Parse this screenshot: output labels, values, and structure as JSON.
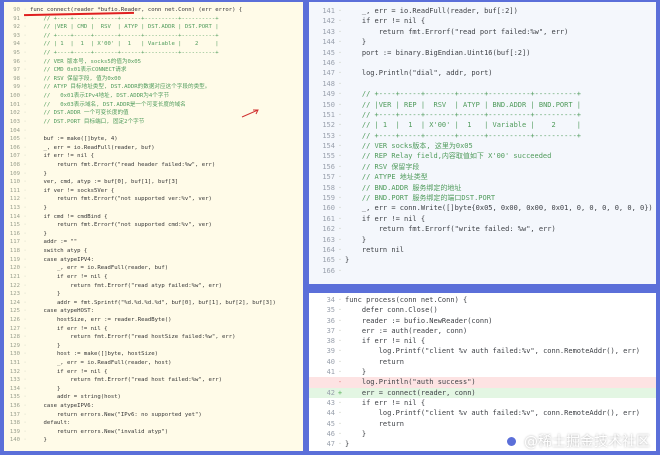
{
  "panel_left": {
    "lines": [
      {
        "n": "90",
        "t": "func connect(reader *bufio.Reader, conn net.Conn) (err error) {"
      },
      {
        "n": "91",
        "t": "    // +----+-----+-------+------+----------+----------+",
        "c": 1
      },
      {
        "n": "92",
        "t": "    // |VER | CMD |  RSV  | ATYP | DST.ADDR | DST.PORT |",
        "c": 1
      },
      {
        "n": "93",
        "t": "    // +----+-----+-------+------+----------+----------+",
        "c": 1
      },
      {
        "n": "94",
        "t": "    // | 1  |  1  | X'00' |  1   | Variable |    2     |",
        "c": 1
      },
      {
        "n": "95",
        "t": "    // +----+-----+-------+------+----------+----------+",
        "c": 1
      },
      {
        "n": "96",
        "t": "    // VER 版本号, socks5的值为0x05",
        "c": 1
      },
      {
        "n": "97",
        "t": "    // CMD 0x01表示CONNECT请求",
        "c": 1
      },
      {
        "n": "98",
        "t": "    // RSV 保留字段, 值为0x00",
        "c": 1
      },
      {
        "n": "99",
        "t": "    // ATYP 目标地址类型, DST.ADDR的数据对应这个字段的类型。",
        "c": 1
      },
      {
        "n": "100",
        "t": "    //   0x01表示IPv4地址, DST.ADDR为4个字节",
        "c": 1
      },
      {
        "n": "101",
        "t": "    //   0x03表示域名, DST.ADDR是一个可变长度的域名",
        "c": 1
      },
      {
        "n": "102",
        "t": "    // DST.ADDR 一个可变长度的值",
        "c": 1
      },
      {
        "n": "103",
        "t": "    // DST.PORT 目标端口, 固定2个字节",
        "c": 1
      },
      {
        "n": "104",
        "t": ""
      },
      {
        "n": "105",
        "t": "    buf := make([]byte, 4)"
      },
      {
        "n": "106",
        "t": "    _, err = io.ReadFull(reader, buf)"
      },
      {
        "n": "107",
        "t": "    if err != nil {"
      },
      {
        "n": "108",
        "t": "        return fmt.Errorf(\"read header failed:%w\", err)"
      },
      {
        "n": "109",
        "t": "    }"
      },
      {
        "n": "110",
        "t": "    ver, cmd, atyp := buf[0], buf[1], buf[3]"
      },
      {
        "n": "111",
        "t": "    if ver != socks5Ver {"
      },
      {
        "n": "112",
        "t": "        return fmt.Errorf(\"not supported ver:%v\", ver)"
      },
      {
        "n": "113",
        "t": "    }"
      },
      {
        "n": "114",
        "t": "    if cmd != cmdBind {"
      },
      {
        "n": "115",
        "t": "        return fmt.Errorf(\"not supported cmd:%v\", ver)"
      },
      {
        "n": "116",
        "t": "    }"
      },
      {
        "n": "117",
        "t": "    addr := \"\""
      },
      {
        "n": "118",
        "t": "    switch atyp {"
      },
      {
        "n": "119",
        "t": "    case atypeIPV4:"
      },
      {
        "n": "120",
        "t": "        _, err = io.ReadFull(reader, buf)"
      },
      {
        "n": "121",
        "t": "        if err != nil {"
      },
      {
        "n": "122",
        "t": "            return fmt.Errorf(\"read atyp failed:%w\", err)"
      },
      {
        "n": "123",
        "t": "        }"
      },
      {
        "n": "124",
        "t": "        addr = fmt.Sprintf(\"%d.%d.%d.%d\", buf[0], buf[1], buf[2], buf[3])"
      },
      {
        "n": "125",
        "t": "    case atypeHOST:"
      },
      {
        "n": "126",
        "t": "        hostSize, err := reader.ReadByte()"
      },
      {
        "n": "127",
        "t": "        if err != nil {"
      },
      {
        "n": "128",
        "t": "            return fmt.Errorf(\"read hostSize failed:%w\", err)"
      },
      {
        "n": "129",
        "t": "        }"
      },
      {
        "n": "130",
        "t": "        host := make([]byte, hostSize)"
      },
      {
        "n": "131",
        "t": "        _, err = io.ReadFull(reader, host)"
      },
      {
        "n": "132",
        "t": "        if err != nil {"
      },
      {
        "n": "133",
        "t": "            return fmt.Errorf(\"read host failed:%w\", err)"
      },
      {
        "n": "134",
        "t": "        }"
      },
      {
        "n": "135",
        "t": "        addr = string(host)"
      },
      {
        "n": "136",
        "t": "    case atypeIPV6:"
      },
      {
        "n": "137",
        "t": "        return errors.New(\"IPv6: no supported yet\")"
      },
      {
        "n": "138",
        "t": "    default:"
      },
      {
        "n": "139",
        "t": "        return errors.New(\"invalid atyp\")"
      },
      {
        "n": "140",
        "t": "    }"
      }
    ]
  },
  "panel_right_top": {
    "lines": [
      {
        "n": "141",
        "t": "    _, err = io.ReadFull(reader, buf[:2])"
      },
      {
        "n": "142",
        "t": "    if err != nil {"
      },
      {
        "n": "143",
        "t": "        return fmt.Errorf(\"read port failed:%w\", err)"
      },
      {
        "n": "144",
        "t": "    }"
      },
      {
        "n": "145",
        "t": "    port := binary.BigEndian.Uint16(buf[:2])"
      },
      {
        "n": "146",
        "t": ""
      },
      {
        "n": "147",
        "t": "    log.Println(\"dial\", addr, port)"
      },
      {
        "n": "148",
        "t": ""
      },
      {
        "n": "149",
        "t": "    // +----+-----+-------+------+----------+----------+",
        "c": 1
      },
      {
        "n": "150",
        "t": "    // |VER | REP |  RSV  | ATYP | BND.ADDR | BND.PORT |",
        "c": 1
      },
      {
        "n": "151",
        "t": "    // +----+-----+-------+------+----------+----------+",
        "c": 1
      },
      {
        "n": "152",
        "t": "    // | 1  |  1  | X'00' |  1   | Variable |    2     |",
        "c": 1
      },
      {
        "n": "153",
        "t": "    // +----+-----+-------+------+----------+----------+",
        "c": 1
      },
      {
        "n": "154",
        "t": "    // VER socks版本, 这里为0x05",
        "c": 1
      },
      {
        "n": "155",
        "t": "    // REP Relay field,内容取值如下 X'00' succeeded",
        "c": 1
      },
      {
        "n": "156",
        "t": "    // RSV 保留字段",
        "c": 1
      },
      {
        "n": "157",
        "t": "    // ATYPE 地址类型",
        "c": 1
      },
      {
        "n": "158",
        "t": "    // BND.ADDR 服务绑定的地址",
        "c": 1
      },
      {
        "n": "159",
        "t": "    // BND.PORT 服务绑定的端口DST.PORT",
        "c": 1
      },
      {
        "n": "160",
        "t": "    _, err = conn.Write([]byte{0x05, 0x00, 0x00, 0x01, 0, 0, 0, 0, 0, 0})"
      },
      {
        "n": "161",
        "t": "    if err != nil {"
      },
      {
        "n": "162",
        "t": "        return fmt.Errorf(\"write failed: %w\", err)"
      },
      {
        "n": "163",
        "t": "    }"
      },
      {
        "n": "164",
        "t": "    return nil"
      },
      {
        "n": "165",
        "t": "}"
      },
      {
        "n": "166",
        "t": ""
      }
    ]
  },
  "panel_right_bottom": {
    "lines": [
      {
        "n": "34",
        "t": "func process(conn net.Conn) {"
      },
      {
        "n": "35",
        "t": "    defer conn.Close()"
      },
      {
        "n": "36",
        "t": "    reader := bufio.NewReader(conn)"
      },
      {
        "n": "37",
        "t": "    err := auth(reader, conn)"
      },
      {
        "n": "38",
        "t": "    if err != nil {"
      },
      {
        "n": "39",
        "t": "        log.Printf(\"client %v auth failed:%v\", conn.RemoteAddr(), err)"
      },
      {
        "n": "40",
        "t": "        return"
      },
      {
        "n": "41",
        "t": "    }"
      },
      {
        "n": "",
        "t": "    log.Println(\"auth success\")",
        "h": "red"
      },
      {
        "n": "42",
        "t": "    err = connect(reader, conn)",
        "h": "green"
      },
      {
        "n": "43",
        "t": "    if err != nil {"
      },
      {
        "n": "44",
        "t": "        log.Printf(\"client %v auth failed:%v\", conn.RemoteAddr(), err)"
      },
      {
        "n": "45",
        "t": "        return"
      },
      {
        "n": "46",
        "t": "    }"
      },
      {
        "n": "47",
        "t": "}"
      }
    ]
  },
  "watermark": {
    "text": "@稀土掘金技术社区"
  }
}
